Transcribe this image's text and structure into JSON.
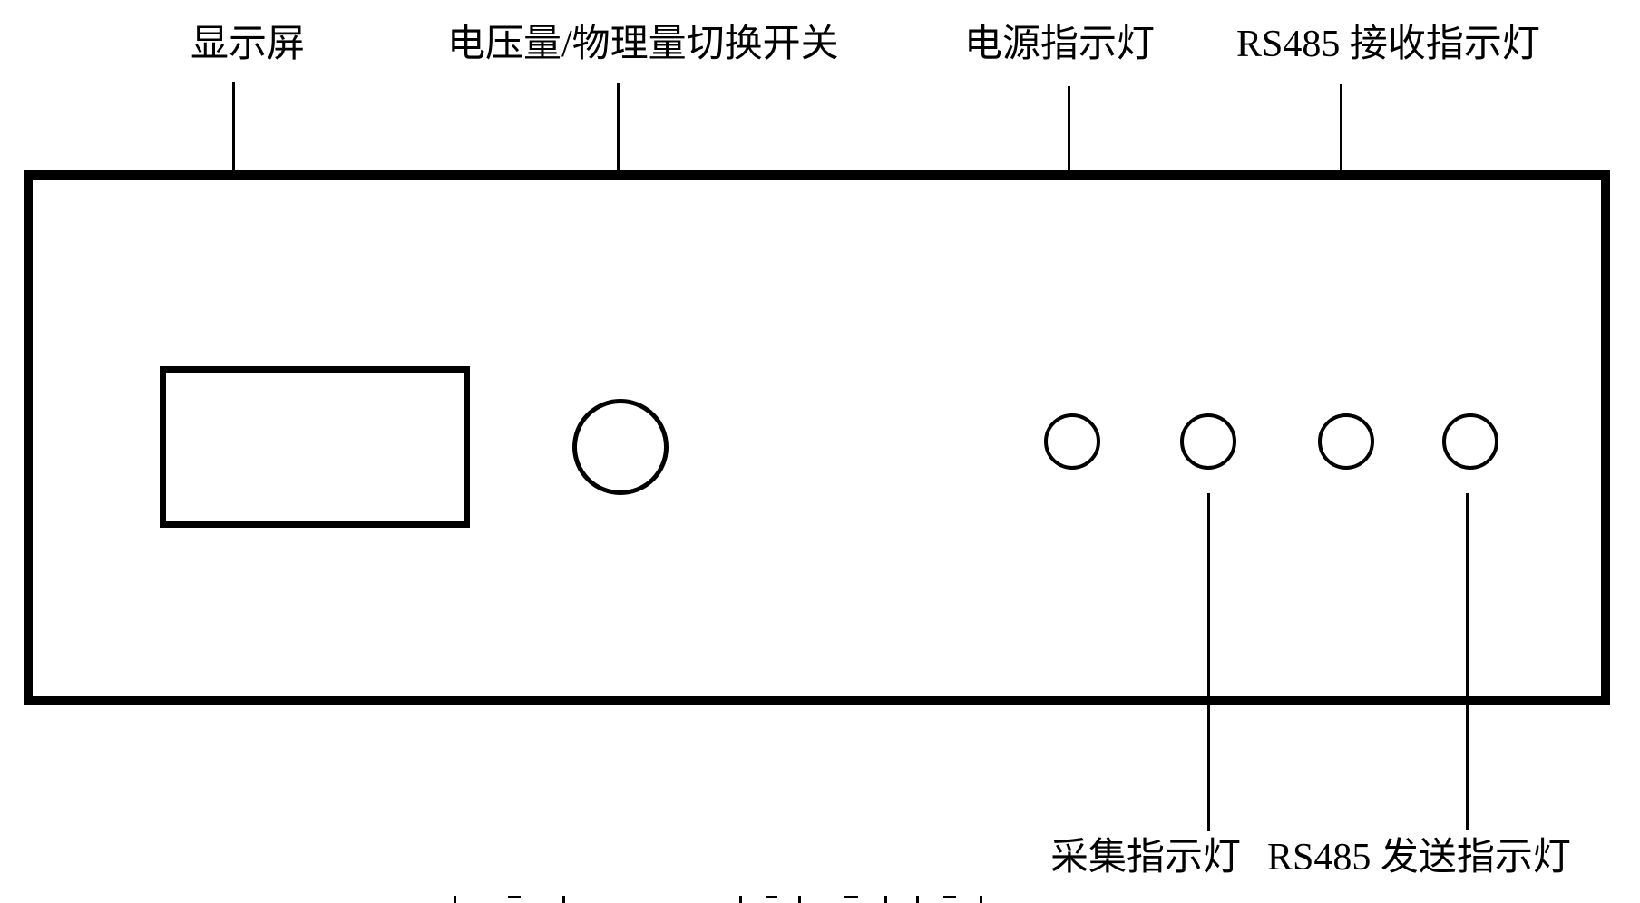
{
  "figure": {
    "type": "device-front-panel-diagram",
    "colors": {
      "line": "#000000",
      "background": "#ffffff"
    },
    "callouts": {
      "display_screen": "显示屏",
      "voltage_physical_switch": "电压量/物理量切换开关",
      "power_indicator": "电源指示灯",
      "rs485_receive_indicator": "RS485 接收指示灯",
      "collect_indicator": "采集指示灯",
      "rs485_send_indicator": "RS485 发送指示灯"
    },
    "components": {
      "panel": "front-panel-outline",
      "display": "display-screen-rectangle",
      "switch": "round-toggle-switch",
      "leds": [
        "power-led",
        "collect-led",
        "rs485-receive-led",
        "rs485-send-led"
      ]
    }
  }
}
